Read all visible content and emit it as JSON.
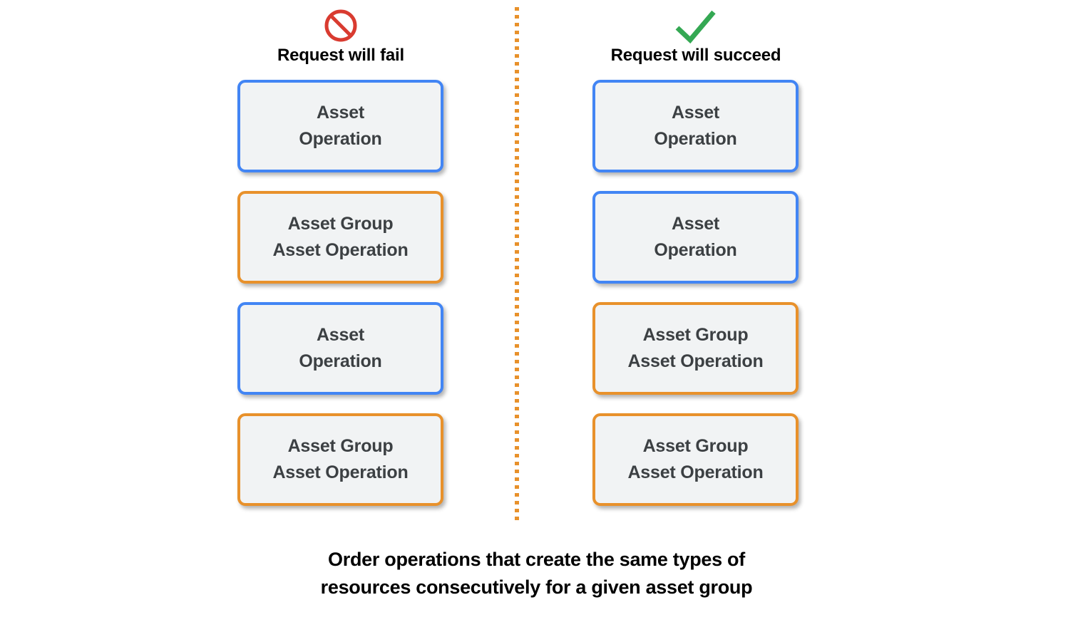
{
  "colors": {
    "blue_border": "#4285F4",
    "orange_border": "#E8912B",
    "box_fill": "#F1F3F4",
    "box_text": "#3C4043",
    "fail_icon": "#D93B30",
    "success_icon": "#34A853",
    "divider": "#E8912B",
    "background": "#FFFFFF"
  },
  "columns": [
    {
      "id": "fail",
      "icon": "prohibition-icon",
      "title": "Request will fail",
      "boxes": [
        {
          "type": "asset-operation",
          "color": "blue",
          "text": "Asset\nOperation"
        },
        {
          "type": "asset-group-asset-operation",
          "color": "orange",
          "text": "Asset Group\nAsset Operation"
        },
        {
          "type": "asset-operation",
          "color": "blue",
          "text": "Asset\nOperation"
        },
        {
          "type": "asset-group-asset-operation",
          "color": "orange",
          "text": "Asset Group\nAsset Operation"
        }
      ]
    },
    {
      "id": "succeed",
      "icon": "checkmark-icon",
      "title": "Request will succeed",
      "boxes": [
        {
          "type": "asset-operation",
          "color": "blue",
          "text": "Asset\nOperation"
        },
        {
          "type": "asset-operation",
          "color": "blue",
          "text": "Asset\nOperation"
        },
        {
          "type": "asset-group-asset-operation",
          "color": "orange",
          "text": "Asset Group\nAsset Operation"
        },
        {
          "type": "asset-group-asset-operation",
          "color": "orange",
          "text": "Asset Group\nAsset Operation"
        }
      ]
    }
  ],
  "caption": "Order operations that create the same types of\nresources consecutively for a given asset group"
}
